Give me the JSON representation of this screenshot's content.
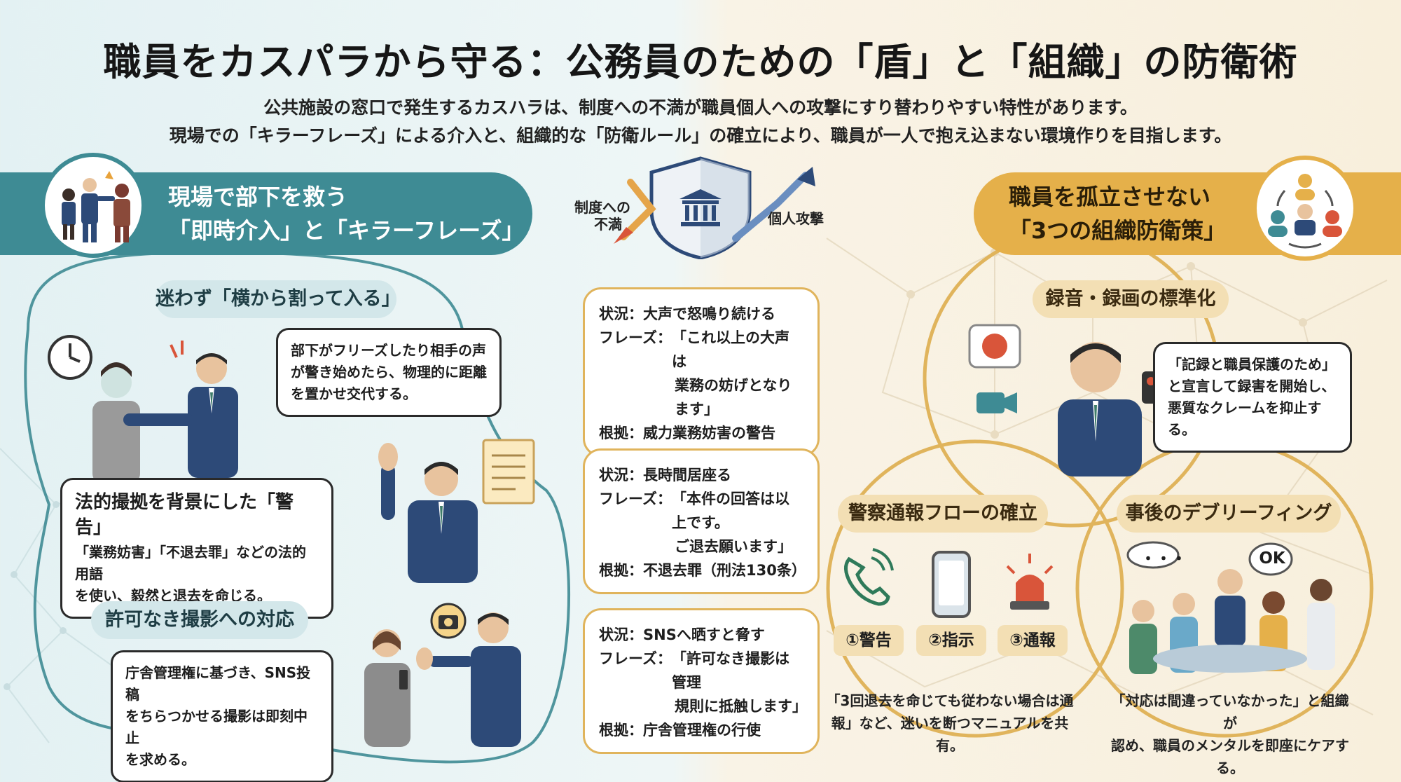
{
  "title": "職員をカスパラから守る：公務員のための「盾」と「組織」の防衛術",
  "intro": {
    "line1": "公共施設の窓口で発生するカスハラは、制度への不満が職員個人への攻撃にすり替わりやすい特性があります。",
    "line2": "現場での「キラーフレーズ」による介入と、組織的な「防衛ルール」の確立により、職員が一人で抱え込まない環境作りを目指します。"
  },
  "center_diagram": {
    "left_label_1": "制度への",
    "left_label_2": "不満",
    "right_label": "個人攻撃",
    "icon": "shield-building-icon"
  },
  "left_section": {
    "banner_line1": "現場で部下を救う",
    "banner_line2": "「即時介入」と「キラーフレーズ」",
    "blocks": [
      {
        "heading": "迷わず「横から割って入る」",
        "text_line1": "部下がフリーズしたり相手の声",
        "text_line2": "が警き始めたら、物理的に距離",
        "text_line3": "を置かせ交代する。"
      },
      {
        "heading": "法的撮拠を背景にした「警告」",
        "text_line1": "「業務妨害」「不退去罪」などの法的用語",
        "text_line2": "を使い、毅然と退去を命じる。"
      },
      {
        "heading": "許可なき撮影への対応",
        "text_line1": "庁舎管理権に基づき、SNS投稿",
        "text_line2": "をちらつかせる撮影は即刻中止",
        "text_line3": "を求める。"
      }
    ]
  },
  "middle_cards": [
    {
      "situation_label": "状況：",
      "situation": "大声で怒鳴り続ける",
      "phrase_label": "フレーズ：",
      "phrase_line1": "「これ以上の大声は",
      "phrase_line2": "業務の妨げとなります」",
      "basis_label": "根拠：",
      "basis": "威力業務妨害の警告"
    },
    {
      "situation_label": "状況：",
      "situation": "長時間居座る",
      "phrase_label": "フレーズ：",
      "phrase_line1": "「本件の回答は以上です。",
      "phrase_line2": "ご退去願います」",
      "basis_label": "根拠：",
      "basis": "不退去罪（刑法130条）"
    },
    {
      "situation_label": "状況：",
      "situation": "SNSへ晒すと脅す",
      "phrase_label": "フレーズ：",
      "phrase_line1": "「許可なき撮影は管理",
      "phrase_line2": "規則に抵触します」",
      "basis_label": "根拠：",
      "basis": "庁舎管理権の行使"
    }
  ],
  "right_section": {
    "banner_line1": "職員を孤立させない",
    "banner_line2": "「3つの組織防衛策」",
    "recording": {
      "heading": "録音・録画の標準化",
      "text_line1": "「記録と職員保護のため」",
      "text_line2": "と宣言して録害を開始し、",
      "text_line3": "悪質なクレームを抑止する。"
    },
    "police": {
      "heading": "警察通報フローの確立",
      "steps": [
        "①警告",
        "②指示",
        "③通報"
      ],
      "caption_line1": "「3回退去を命じても従わない場合は通",
      "caption_line2": "報」など、迷いを断つマニュアルを共有。"
    },
    "debrief": {
      "heading": "事後のデブリーフィング",
      "bubble_dots": "・・・",
      "bubble_ok": "OK",
      "caption_line1": "「対応は間違っていなかった」と組織が",
      "caption_line2": "認め、職員のメンタルを即座にケアする。"
    }
  },
  "colors": {
    "teal": "#3e8b94",
    "gold": "#e5b04a",
    "navy_suit": "#2d4a78"
  }
}
